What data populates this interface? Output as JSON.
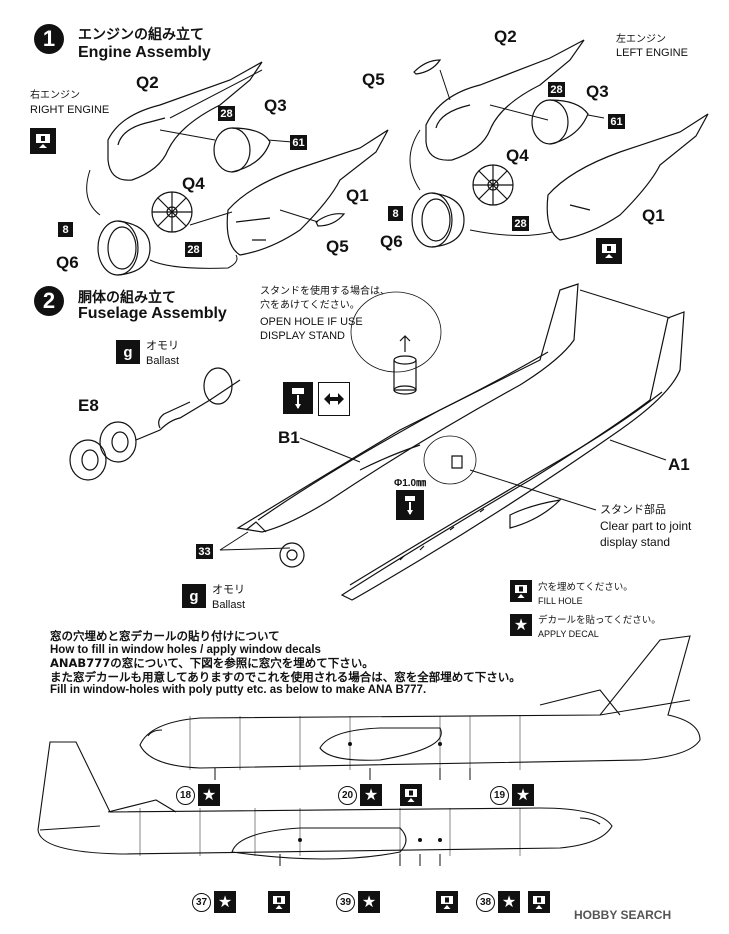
{
  "step1": {
    "number": "1",
    "title_jp": "エンジンの組み立て",
    "title_en": "Engine Assembly",
    "right_engine_jp": "右エンジン",
    "right_engine_en": "RIGHT ENGINE",
    "left_engine_jp": "左エンジン",
    "left_engine_en": "LEFT ENGINE",
    "labels": {
      "q1": "Q1",
      "q2": "Q2",
      "q3": "Q3",
      "q4": "Q4",
      "q5": "Q5",
      "q6": "Q6",
      "n28": "28",
      "n61": "61",
      "n8": "8"
    }
  },
  "step2": {
    "number": "2",
    "title_jp": "胴体の組み立て",
    "title_en": "Fuselage Assembly",
    "ballast_jp": "オモリ",
    "ballast_en": "Ballast",
    "ballast_icon": "g",
    "stand_note_jp_1": "スタンドを使用する場合は、",
    "stand_note_jp_2": "穴をあけてください。",
    "stand_note_en_1": "OPEN HOLE IF USE",
    "stand_note_en_2": "DISPLAY STAND",
    "drill": "Φ1.0㎜",
    "stand_part_jp": "スタンド部品",
    "stand_part_en_1": "Clear part to joint",
    "stand_part_en_2": "display stand",
    "e8": "E8",
    "b1": "B1",
    "a1": "A1",
    "n33": "33"
  },
  "legend": {
    "fill_jp": "穴を埋めてください。",
    "fill_en": "FILL HOLE",
    "decal_jp": "デカールを貼ってください。",
    "decal_en": "APPLY DECAL"
  },
  "windows_note": {
    "line1": "窓の穴埋めと窓デカールの貼り付けについて",
    "line2": "How to fill in window holes / apply window decals",
    "line3": "ANAB777の窓について、下図を参照に窓穴を埋めて下さい。",
    "line4": "また窓デカールも用意してありますのでこれを使用される場合は、窓を全部埋めて下さい。",
    "line5": "Fill in window-holes with poly putty etc. as below to make ANA B777."
  },
  "decal_numbers": {
    "d18": "18",
    "d20": "20",
    "d19": "19",
    "d37": "37",
    "d39": "39",
    "d38": "38"
  },
  "watermark": "HOBBY SEARCH"
}
